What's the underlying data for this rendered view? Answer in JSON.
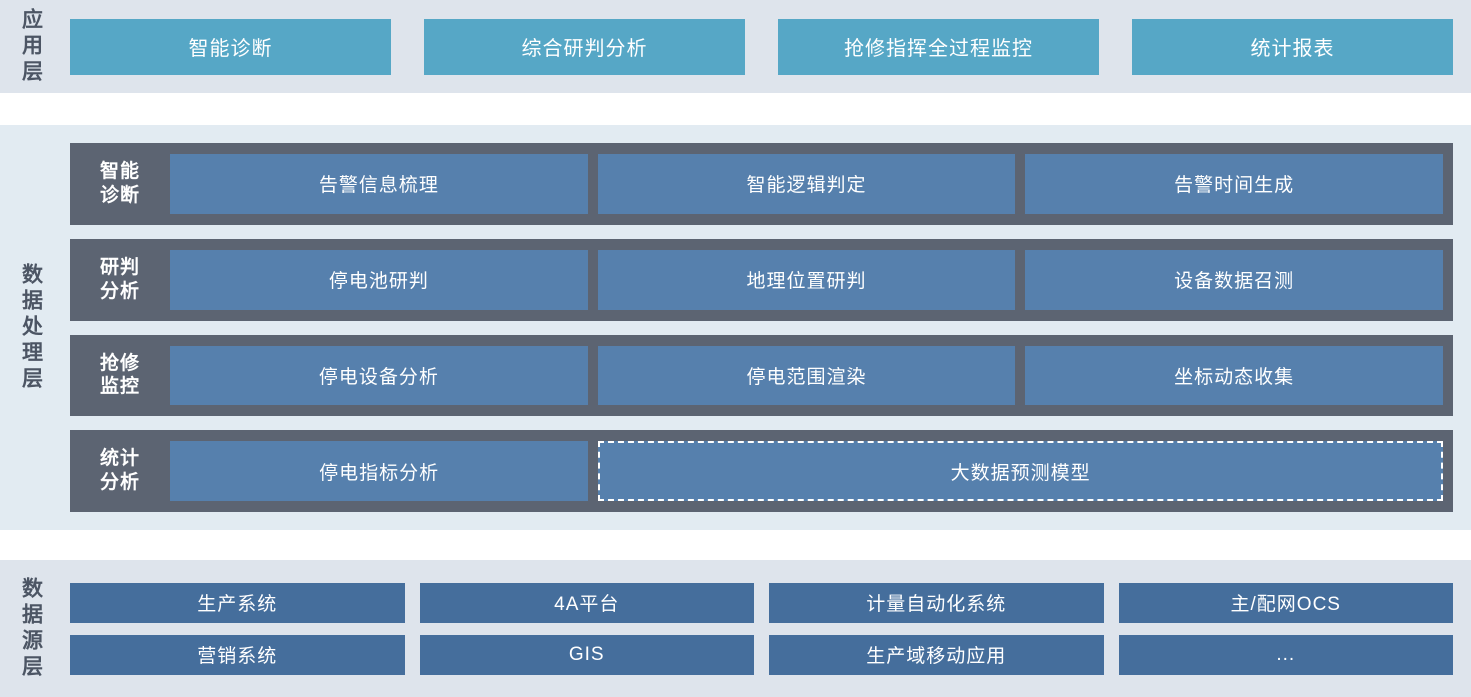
{
  "application_layer": {
    "label": "应用层",
    "boxes": [
      {
        "label": "智能诊断"
      },
      {
        "label": "综合研判分析"
      },
      {
        "label": "抢修指挥全过程监控"
      },
      {
        "label": "统计报表"
      }
    ]
  },
  "data_processing_layer": {
    "label": "数据处理层",
    "rows": [
      {
        "label": "智能\n诊断",
        "label_line1": "智能",
        "label_line2": "诊断",
        "boxes": [
          {
            "label": "告警信息梳理",
            "style": "solid"
          },
          {
            "label": "智能逻辑判定",
            "style": "solid"
          },
          {
            "label": "告警时间生成",
            "style": "solid"
          }
        ]
      },
      {
        "label_line1": "研判",
        "label_line2": "分析",
        "boxes": [
          {
            "label": "停电池研判",
            "style": "solid"
          },
          {
            "label": "地理位置研判",
            "style": "solid"
          },
          {
            "label": "设备数据召测",
            "style": "solid"
          }
        ]
      },
      {
        "label_line1": "抢修",
        "label_line2": "监控",
        "boxes": [
          {
            "label": "停电设备分析",
            "style": "solid"
          },
          {
            "label": "停电范围渲染",
            "style": "solid"
          },
          {
            "label": "坐标动态收集",
            "style": "solid"
          }
        ]
      },
      {
        "label_line1": "统计",
        "label_line2": "分析",
        "boxes": [
          {
            "label": "停电指标分析",
            "style": "solid"
          },
          {
            "label": "大数据预测模型",
            "style": "dashed"
          }
        ]
      }
    ]
  },
  "data_source_layer": {
    "label": "数据源层",
    "rows": [
      [
        {
          "label": "生产系统"
        },
        {
          "label": "4A平台"
        },
        {
          "label": "计量自动化系统"
        },
        {
          "label": "主/配网OCS"
        }
      ],
      [
        {
          "label": "营销系统"
        },
        {
          "label": "GIS"
        },
        {
          "label": "生产域移动应用"
        },
        {
          "label": "..."
        }
      ]
    ]
  },
  "colors": {
    "application_box": "#56a7c6",
    "application_panel": "#dee4ec",
    "processing_panel": "#e2ebf2",
    "processing_row_bar": "#5c6472",
    "processing_box": "#5680ad",
    "source_panel": "#dee4ec",
    "source_box": "#456e9c",
    "label_text": "#4c5564",
    "box_text": "#ffffff"
  }
}
